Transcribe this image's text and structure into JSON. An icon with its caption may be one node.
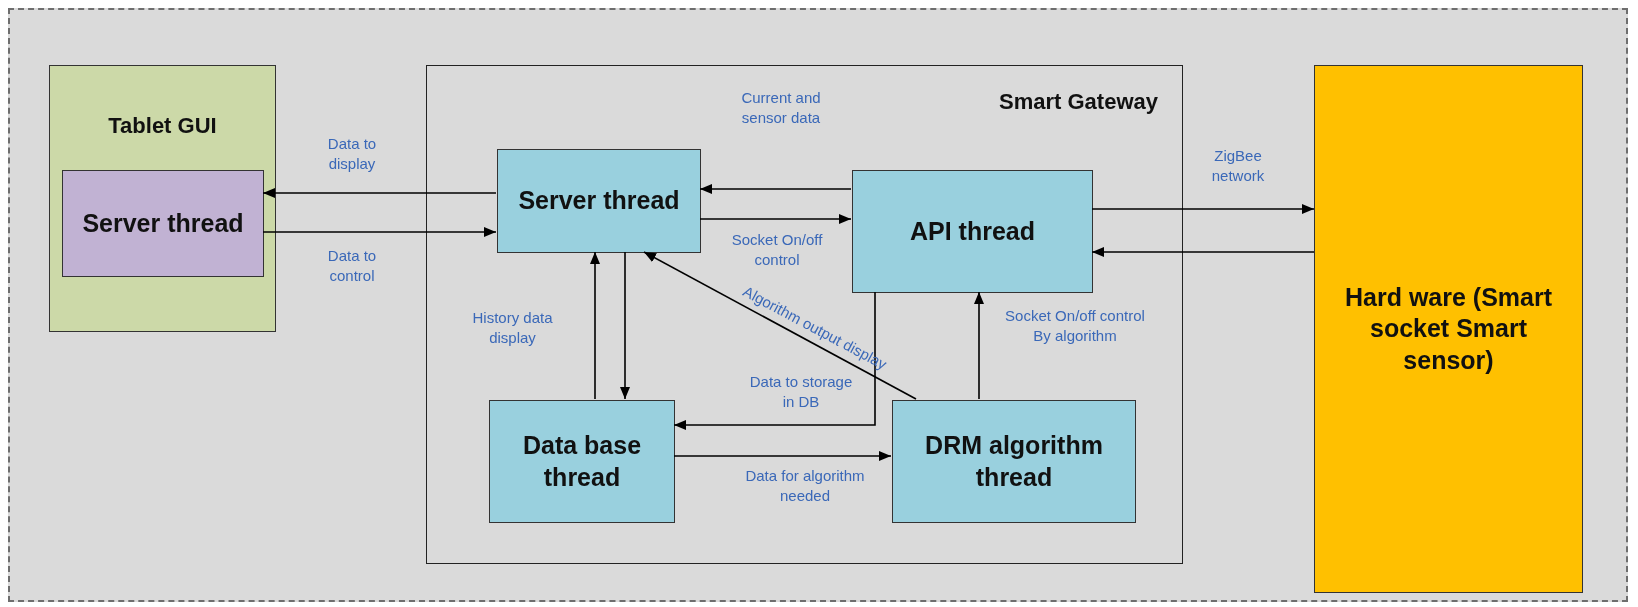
{
  "diagram": {
    "nodes": [
      {
        "text": [
          "Tablet GUI"
        ]
      },
      {
        "text": [
          "Server thread"
        ],
        "in": 0
      },
      {
        "text": [
          "Smart Gateway"
        ]
      },
      {
        "text": [
          "Server thread"
        ],
        "in": 2
      },
      {
        "text": [
          "API thread"
        ],
        "in": 2
      },
      {
        "text": [
          "Data base thread"
        ],
        "in": 2
      },
      {
        "text": [
          "DRM algorithm thread"
        ],
        "in": 2
      },
      {
        "text": [
          "Hard ware (Smart socket Smart sensor)"
        ]
      }
    ],
    "edges": [
      {
        "from": 3,
        "to": 1,
        "arrow": "to",
        "label": "Data to display"
      },
      {
        "from": 1,
        "to": 3,
        "arrow": "to",
        "label": "Data to control"
      },
      {
        "from": 4,
        "to": 3,
        "arrow": "to",
        "label": "Current and sensor data"
      },
      {
        "from": 3,
        "to": 4,
        "arrow": "to",
        "label": "Socket On/off control"
      },
      {
        "from": 4,
        "to": 7,
        "arrow": "to",
        "label": "ZigBee network"
      },
      {
        "from": 7,
        "to": 4,
        "arrow": "to"
      },
      {
        "from": 5,
        "to": 3,
        "arrow": "to",
        "label": "History data display"
      },
      {
        "from": 3,
        "to": 5,
        "arrow": "to"
      },
      {
        "from": 6,
        "to": 3,
        "arrow": "to",
        "label": "Algorithm output display"
      },
      {
        "from": 4,
        "to": 5,
        "arrow": "to",
        "label": "Data to storage in DB"
      },
      {
        "from": 5,
        "to": 6,
        "arrow": "to",
        "label": "Data for algorithm needed"
      },
      {
        "from": 6,
        "to": 4,
        "arrow": "to",
        "label": "Socket On/off control By algorithm"
      }
    ]
  }
}
